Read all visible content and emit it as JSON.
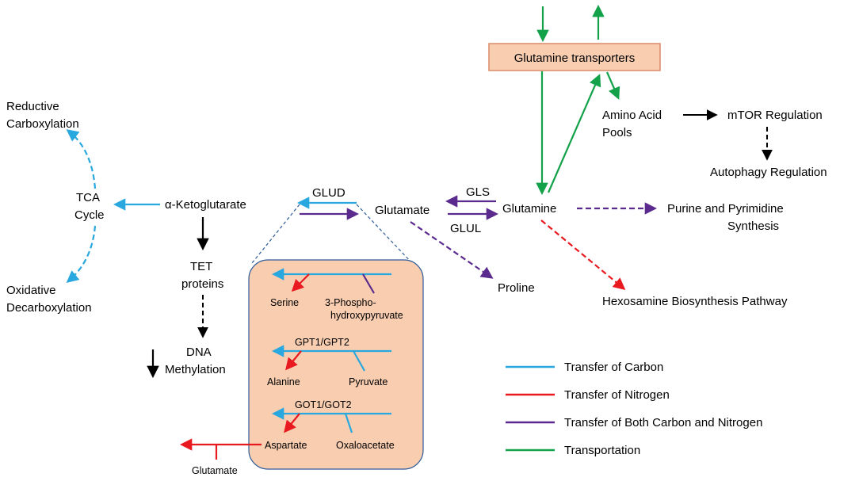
{
  "colors": {
    "carbon": "#29a8df",
    "nitrogen": "#e8191f",
    "both": "#5b2a8e",
    "transport": "#13a14a",
    "black": "#000000",
    "box_fill": "#f8cdb0",
    "box_stroke": "#d98b6a",
    "inset_fill": "#f8cdb0",
    "inset_stroke": "#2d5b9a"
  },
  "nodes": {
    "transporters": "Glutamine transporters",
    "reductive_1": "Reductive",
    "reductive_2": "Carboxylation",
    "tca_1": "TCA",
    "tca_2": "Cycle",
    "oxidative_1": "Oxidative",
    "oxidative_2": "Decarboxylation",
    "akg": "α-Ketoglutarate",
    "tet_1": "TET",
    "tet_2": "proteins",
    "dna_1": "DNA",
    "dna_2": "Methylation",
    "glud": "GLUD",
    "glutamate": "Glutamate",
    "gls": "GLS",
    "glul": "GLUL",
    "glutamine": "Glutamine",
    "amino_1": "Amino Acid",
    "amino_2": "Pools",
    "mtor": "mTOR Regulation",
    "autophagy": "Autophagy Regulation",
    "purine_1": "Purine and Pyrimidine",
    "purine_2": "Synthesis",
    "proline": "Proline",
    "hexosamine": "Hexosamine Biosynthesis Pathway",
    "glutamate_bottom": "Glutamate"
  },
  "inset": {
    "serine": "Serine",
    "php_1": "3-Phospho-",
    "php_2": "hydroxypyruvate",
    "gpt": "GPT1/GPT2",
    "alanine": "Alanine",
    "pyruvate": "Pyruvate",
    "got": "GOT1/GOT2",
    "aspartate": "Aspartate",
    "oxaloacetate": "Oxaloacetate"
  },
  "legend": [
    {
      "label": "Transfer of Carbon",
      "color": "#29a8df"
    },
    {
      "label": "Transfer of Nitrogen",
      "color": "#e8191f"
    },
    {
      "label": "Transfer of Both Carbon and Nitrogen",
      "color": "#5b2a8e"
    },
    {
      "label": "Transportation",
      "color": "#13a14a"
    }
  ]
}
